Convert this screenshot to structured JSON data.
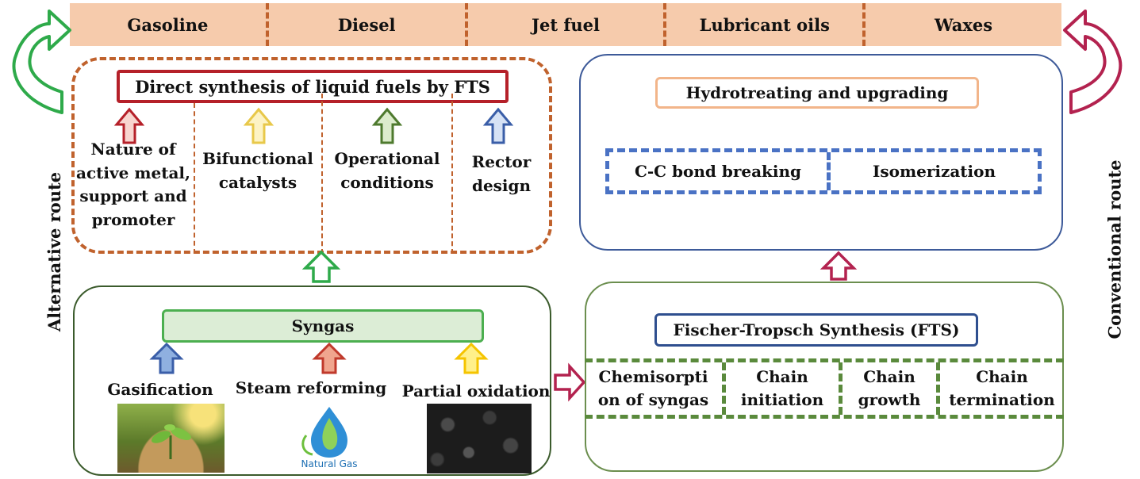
{
  "products": [
    "Gasoline",
    "Diesel",
    "Jet fuel",
    "Lubricant oils",
    "Waxes"
  ],
  "side_labels": {
    "left": "Alternative route",
    "right": "Conventional route"
  },
  "direct": {
    "title": "Direct synthesis of liquid fuels by FTS",
    "factors": [
      {
        "label": "Nature of active metal, support and promoter",
        "lines": [
          "Nature of",
          "active metal,",
          "support and",
          "promoter"
        ],
        "color": "#b52029"
      },
      {
        "label": "Bifunctional catalysts",
        "lines": [
          "Bifunctional",
          "catalysts"
        ],
        "color": "#e8c84a"
      },
      {
        "label": "Operational conditions",
        "lines": [
          "Operational",
          "conditions"
        ],
        "color": "#4e7a2e"
      },
      {
        "label": "Rector design",
        "lines": [
          "Rector",
          "design"
        ],
        "color": "#3a5ea8"
      }
    ]
  },
  "hydro": {
    "title": "Hydrotreating and upgrading",
    "steps": [
      "C-C bond breaking",
      "Isomerization"
    ]
  },
  "syngas": {
    "title": "Syngas",
    "sources": [
      {
        "label": "Gasification",
        "color": "#3a5ea8"
      },
      {
        "label": "Steam reforming",
        "color": "#c0392b"
      },
      {
        "label": "Partial oxidation",
        "color": "#f5c400"
      }
    ],
    "natural_gas_logo_text": "Natural Gas"
  },
  "fts": {
    "title": "Fischer-Tropsch Synthesis (FTS)",
    "steps": [
      {
        "lines": [
          "Chemisorpti",
          "on of syngas"
        ]
      },
      {
        "lines": [
          "Chain",
          "initiation"
        ]
      },
      {
        "lines": [
          "Chain",
          "growth"
        ]
      },
      {
        "lines": [
          "Chain",
          "termination"
        ]
      }
    ]
  },
  "colors": {
    "product_bar": "#f6cbac",
    "alt_route_arrow": "#2eaa4a",
    "conv_route_arrow": "#b3224f",
    "syngas_to_direct_arrow": "#2eaa4a",
    "syngas_to_fts_arrow": "#b3224f",
    "fts_to_hydro_arrow": "#b3224f"
  }
}
